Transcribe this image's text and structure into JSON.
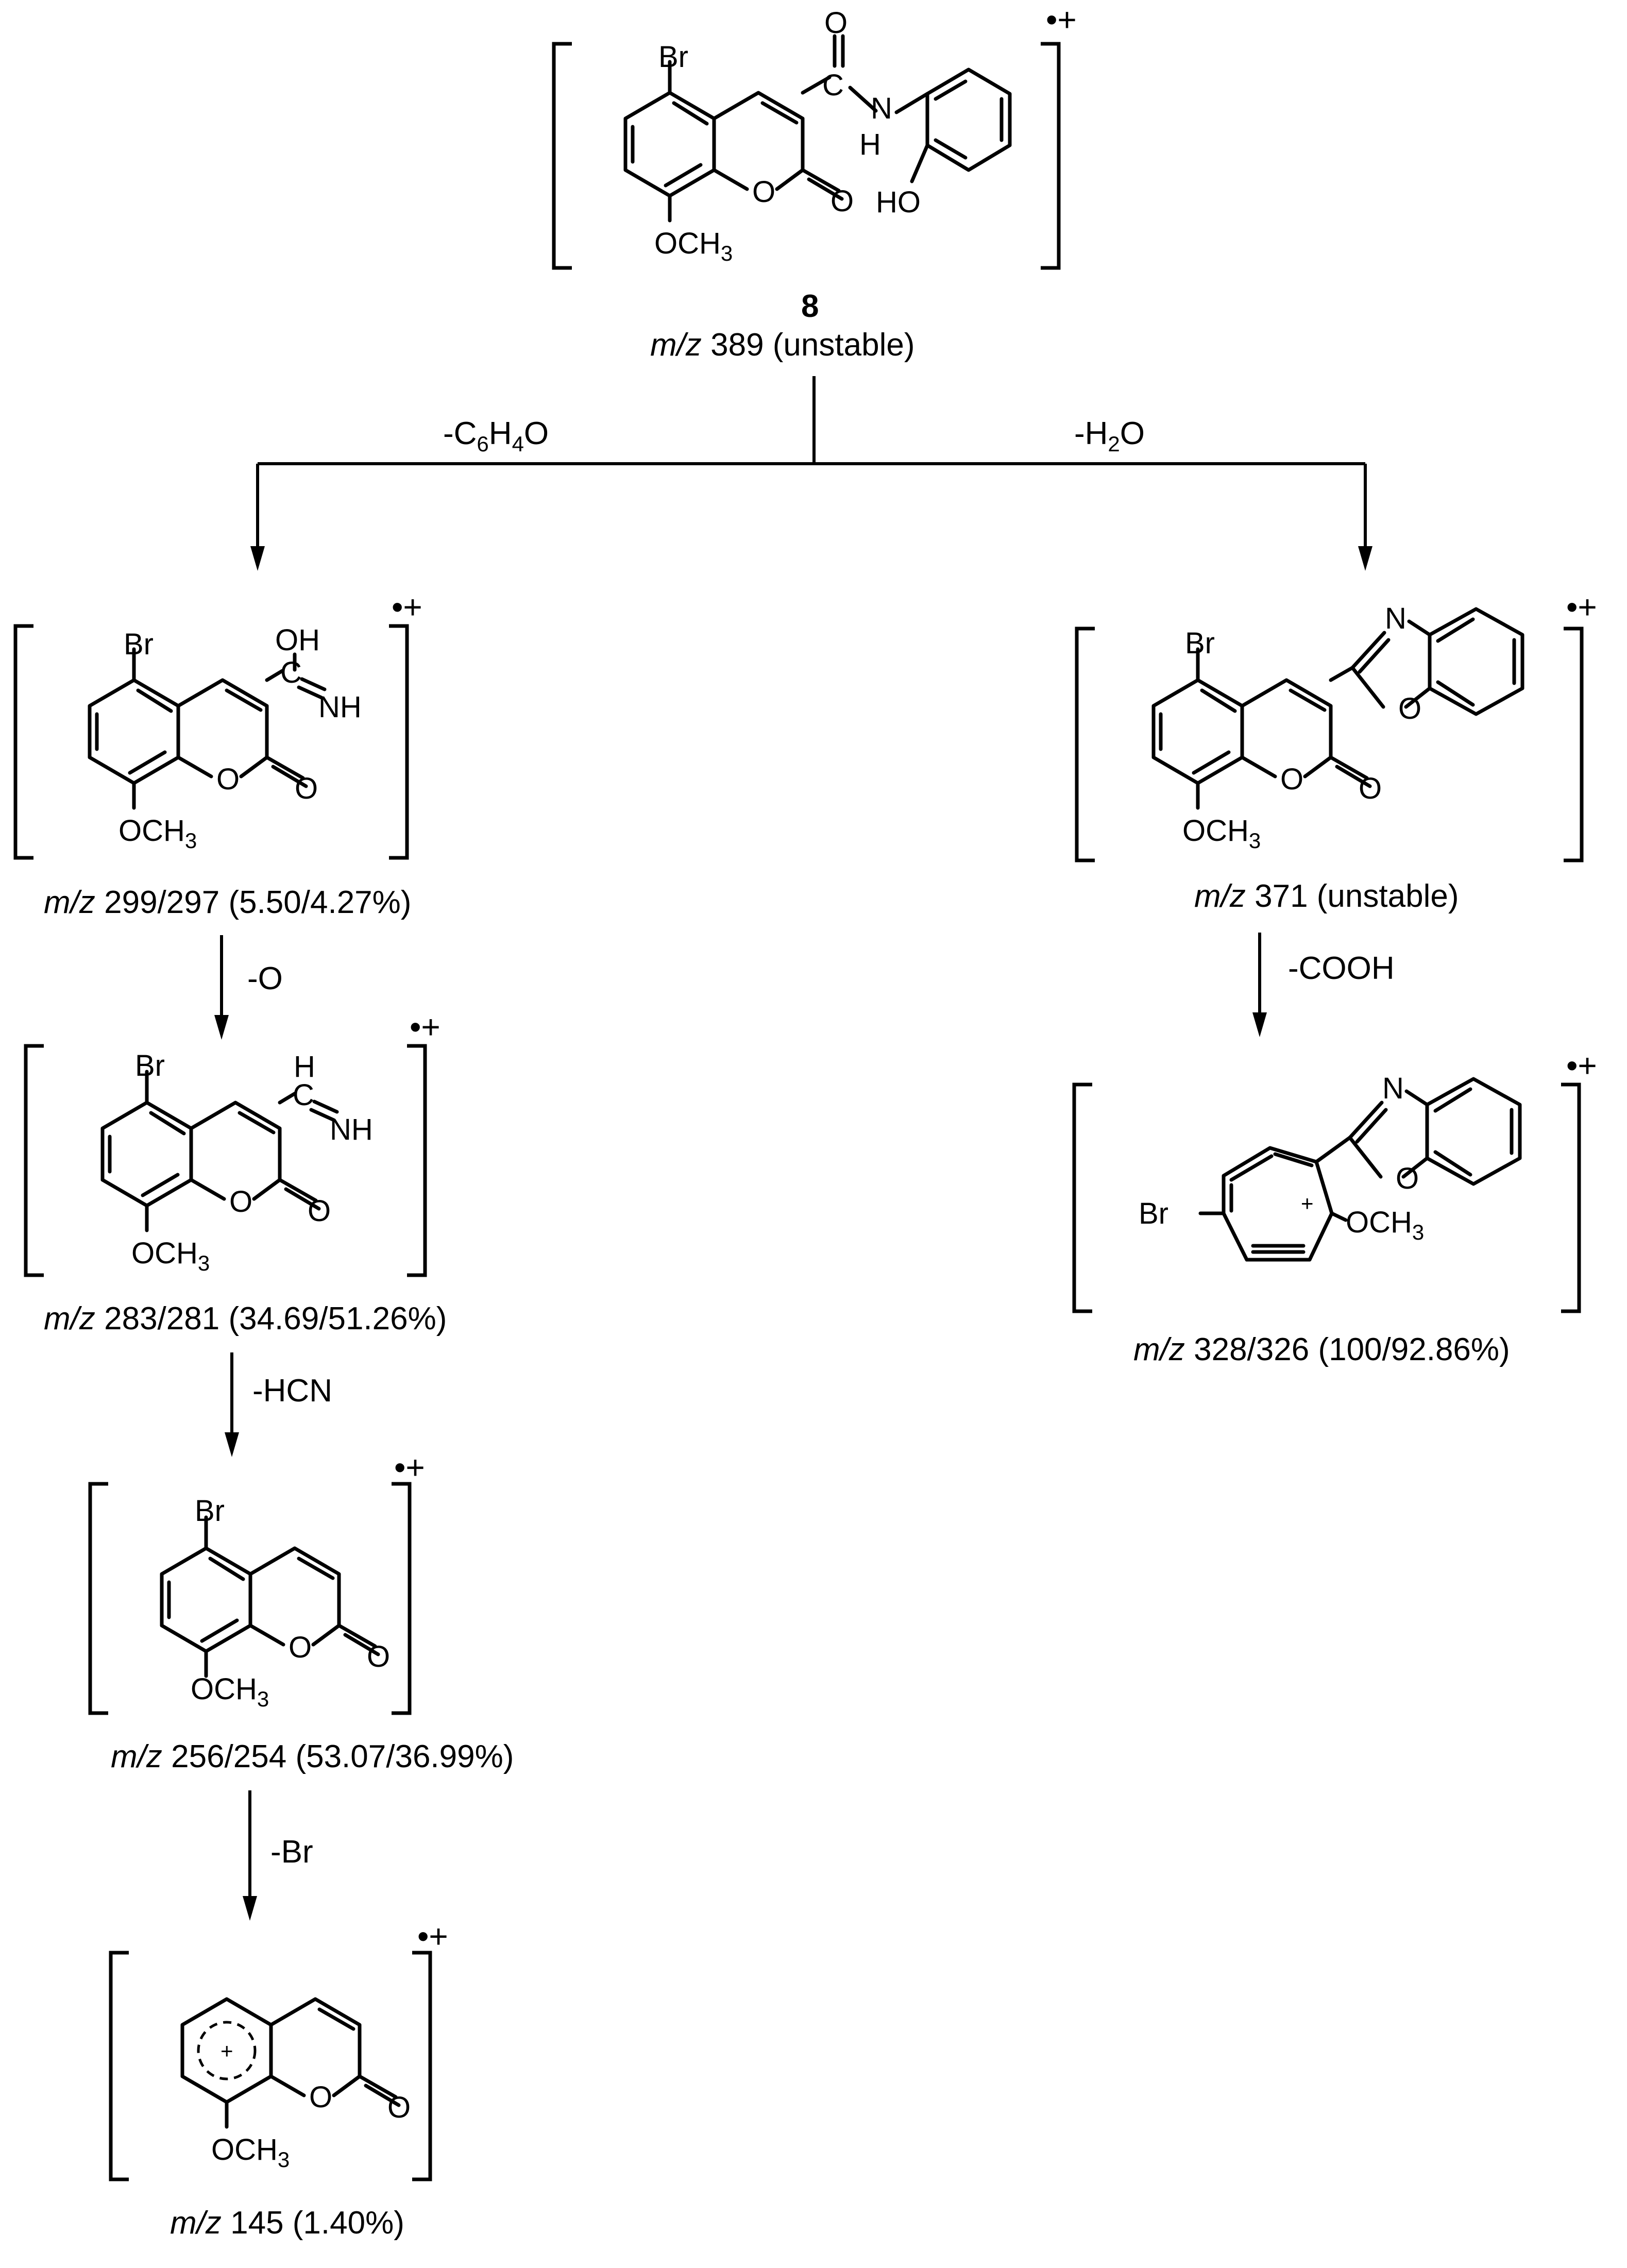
{
  "atoms": {
    "br": "Br",
    "o": "O",
    "oh": "OH",
    "ho": "HO",
    "n": "N",
    "nh": "NH",
    "h": "H",
    "c": "C",
    "plus": "+"
  },
  "methoxy": {
    "och": "OCH",
    "sub3": "3"
  },
  "charge_label": "•+",
  "compound8": {
    "number": "8",
    "mz_prefix": "m/z",
    "mz_value": "389 (unstable)"
  },
  "losses": {
    "left_prefix": "-C",
    "left_sub1": "6",
    "left_mid": "H",
    "left_sub2": "4",
    "left_suffix": "O",
    "right_prefix": "-H",
    "right_sub": "2",
    "right_suffix": "O",
    "minus_o": "-O",
    "minus_hcn": "-HCN",
    "minus_br": "-Br",
    "minus_cooh": "-COOH"
  },
  "fragments": {
    "f299": {
      "mz_prefix": "m/z",
      "mz_value": "299/297 (5.50/4.27%)"
    },
    "f283": {
      "mz_prefix": "m/z",
      "mz_value": "283/281 (34.69/51.26%)"
    },
    "f256": {
      "mz_prefix": "m/z",
      "mz_value": "256/254 (53.07/36.99%)"
    },
    "f145": {
      "mz_prefix": "m/z",
      "mz_value": "145 (1.40%)"
    },
    "f371": {
      "mz_prefix": "m/z",
      "mz_value": "371 (unstable)"
    },
    "f328": {
      "mz_prefix": "m/z",
      "mz_value": "328/326 (100/92.86%)"
    }
  }
}
